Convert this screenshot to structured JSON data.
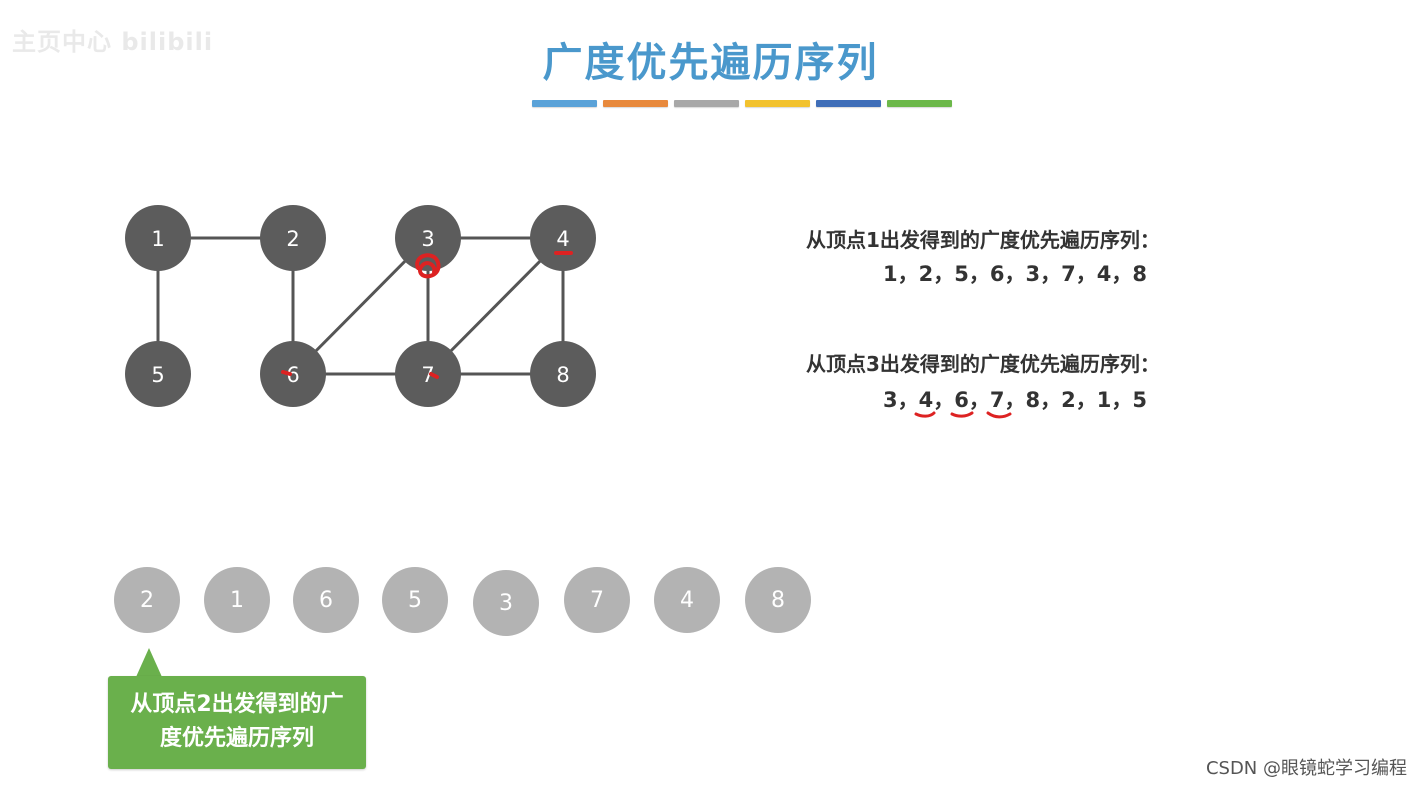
{
  "watermark_top_left": "主页中心 bilibili",
  "title": "广度优先遍历序列",
  "title_color": "#4a98cc",
  "color_bars": [
    "#5aa2d8",
    "#e8893c",
    "#a8a8a8",
    "#f2c22e",
    "#3f6eb8",
    "#6cb84a"
  ],
  "graph": {
    "node_color": "#5c5c5c",
    "edge_color": "#555555",
    "nodes": [
      {
        "id": "1",
        "label": "1"
      },
      {
        "id": "2",
        "label": "2"
      },
      {
        "id": "3",
        "label": "3"
      },
      {
        "id": "4",
        "label": "4"
      },
      {
        "id": "5",
        "label": "5"
      },
      {
        "id": "6",
        "label": "6"
      },
      {
        "id": "7",
        "label": "7"
      },
      {
        "id": "8",
        "label": "8"
      }
    ],
    "edges": [
      [
        "1",
        "2"
      ],
      [
        "1",
        "5"
      ],
      [
        "2",
        "6"
      ],
      [
        "3",
        "4"
      ],
      [
        "3",
        "6"
      ],
      [
        "3",
        "7"
      ],
      [
        "4",
        "7"
      ],
      [
        "4",
        "8"
      ],
      [
        "6",
        "7"
      ],
      [
        "7",
        "8"
      ]
    ],
    "annotation_color": "#dd2222"
  },
  "sequences": [
    {
      "label": "从顶点1出发得到的广度优先遍历序列：",
      "values": "1，2，5，6，3，7，4，8"
    },
    {
      "label": "从顶点3出发得到的广度优先遍历序列：",
      "values": "3，4，6，7，8，2，1，5"
    }
  ],
  "queue": {
    "node_color": "#b3b3b3",
    "items": [
      "2",
      "1",
      "6",
      "5",
      "3",
      "7",
      "4",
      "8"
    ]
  },
  "callout": {
    "line1": "从顶点2出发得到的广",
    "line2": "度优先遍历序列",
    "color": "#6ab04c"
  },
  "watermark_bottom_right": "CSDN @眼镜蛇学习编程"
}
